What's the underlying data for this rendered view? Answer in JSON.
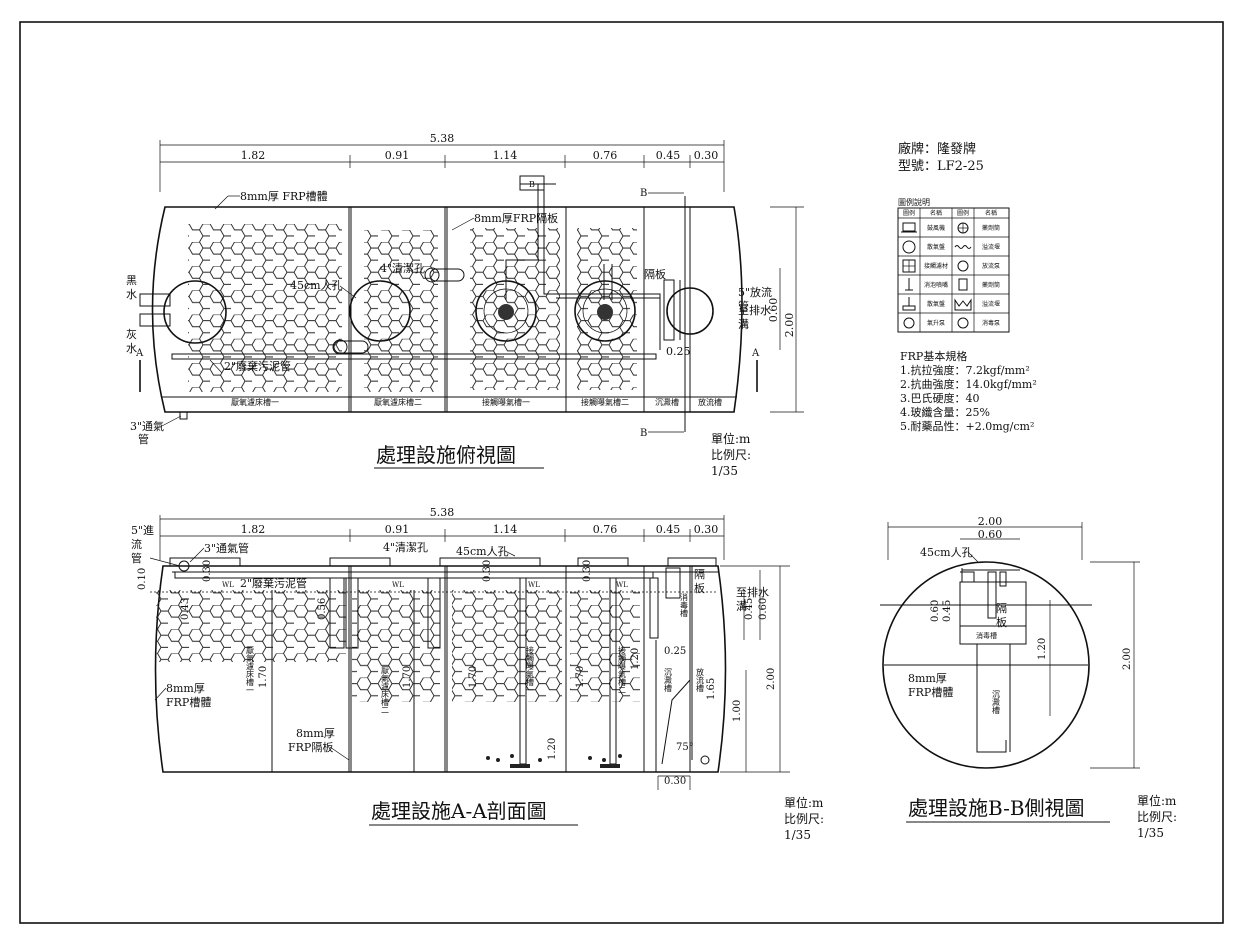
{
  "brand_label": "廠牌：隆發牌",
  "model_label": "型號：LF2-25",
  "legend": {
    "title": "圖例說明",
    "headers": [
      "圖例",
      "名稱",
      "圖例",
      "名稱"
    ],
    "rows": [
      [
        "鼓風機",
        "藥劑筒"
      ],
      [
        "散氣盤",
        "溢流堰"
      ],
      [
        "接觸濾材",
        "放流泵"
      ],
      [
        "消泡噴嘴",
        "藥劑筒"
      ],
      [
        "散氣盤",
        "溢流堰"
      ],
      [
        "氣升泵",
        "消毒泵"
      ]
    ]
  },
  "frp_specs": {
    "title": "FRP基本規格",
    "items": [
      "1.抗拉強度：7.2kgf/mm²",
      "2.抗曲強度：14.0kgf/mm²",
      "3.巴氏硬度：40",
      "4.玻纖含量：25%",
      "5.耐藥品性：+2.0mg/cm²"
    ]
  },
  "plan_view": {
    "title": "處理設施俯視圖",
    "total_dim": "5.38",
    "seg_dims": [
      "1.82",
      "0.91",
      "1.14",
      "0.76",
      "0.45",
      "0.30"
    ],
    "side_dims": [
      "2.00",
      "0.60",
      "0.25"
    ],
    "compartments": [
      "厭氧濾床槽一",
      "厭氧濾床槽二",
      "接觸曝氣槽一",
      "接觸曝氣槽二",
      "沉澱槽",
      "放流槽"
    ],
    "labels": {
      "frp_body": "8mm厚 FRP槽體",
      "frp_plate": "8mm厚FRP隔板",
      "manhole": "45cm人孔",
      "cleanout": "4\"清潔孔",
      "sludge": "2\"廢棄污泥管",
      "black_water": "黑水",
      "gray_water": "灰水",
      "vent": "3\"通氣管",
      "partition": "隔板",
      "outlet": "5\"放流管",
      "to_ditch": "至排水溝",
      "sec_a": "A",
      "sec_b": "B",
      "blower": "B"
    },
    "unit": "單位:m",
    "scale": "比例尺:",
    "scale_val": "1/35"
  },
  "section_aa": {
    "title": "處理設施A-A剖面圖",
    "total_dim": "5.38",
    "seg_dims": [
      "1.82",
      "0.91",
      "1.14",
      "0.76",
      "0.45",
      "0.30"
    ],
    "inlet": "5\"進流管",
    "vent": "3\"通氣管",
    "sludge": "2\"廢棄污泥管",
    "cleanout": "4\"清潔孔",
    "manhole": "45cm人孔",
    "partition": "隔板",
    "to_ditch": "至排水溝",
    "frp_body": "8mm厚FRP槽體",
    "frp_plate": "8mm厚FRP隔板",
    "wl": "WL",
    "dims": {
      "d010": "0.10",
      "d030": "0.30",
      "d043": "0.43",
      "d056": "0.56",
      "d170": "1.70",
      "d120": "1.20",
      "d025": "0.25",
      "d045": "0.45",
      "d060": "0.60",
      "d200": "2.00",
      "d100": "1.00",
      "d165": "1.65",
      "d0306": "0.30",
      "angle": "75°"
    },
    "compartments_v": [
      "厭氧濾床槽一",
      "厭氧濾床槽二",
      "接觸曝氣槽一",
      "接觸曝氣槽二",
      "消毒槽",
      "沉澱槽",
      "放流槽"
    ],
    "unit": "單位:m",
    "scale": "比例尺:",
    "scale_val": "1/35"
  },
  "section_bb": {
    "title": "處理設施B-B側視圖",
    "dim_top": "2.00",
    "dim_sub": "0.60",
    "dim_right": "2.00",
    "dim_120": "1.20",
    "dim_060": "0.60",
    "dim_045": "0.45",
    "manhole": "45cm人孔",
    "partition": "隔板",
    "disinfect": "消毒槽",
    "settle": "沉澱槽",
    "frp_body": "8mm厚FRP槽體",
    "unit": "單位:m",
    "scale": "比例尺:",
    "scale_val": "1/35"
  }
}
